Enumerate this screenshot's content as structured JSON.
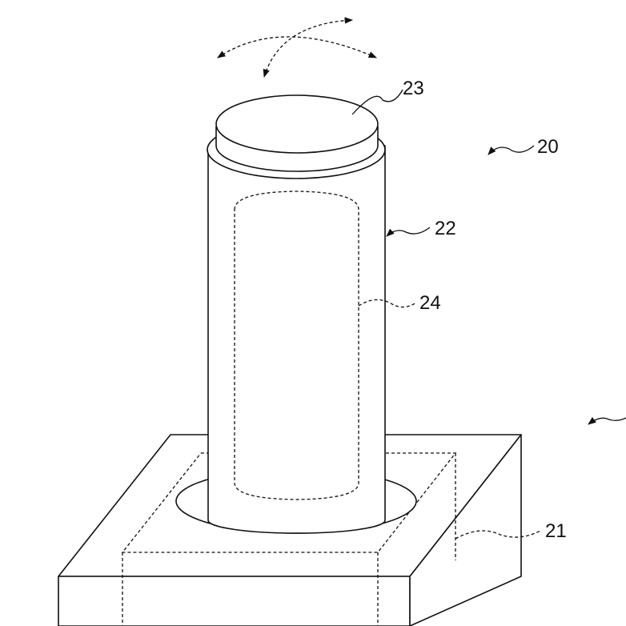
{
  "labels": {
    "device": "20",
    "base": "21",
    "cylinder": "22",
    "cap": "23",
    "inner": "24"
  }
}
